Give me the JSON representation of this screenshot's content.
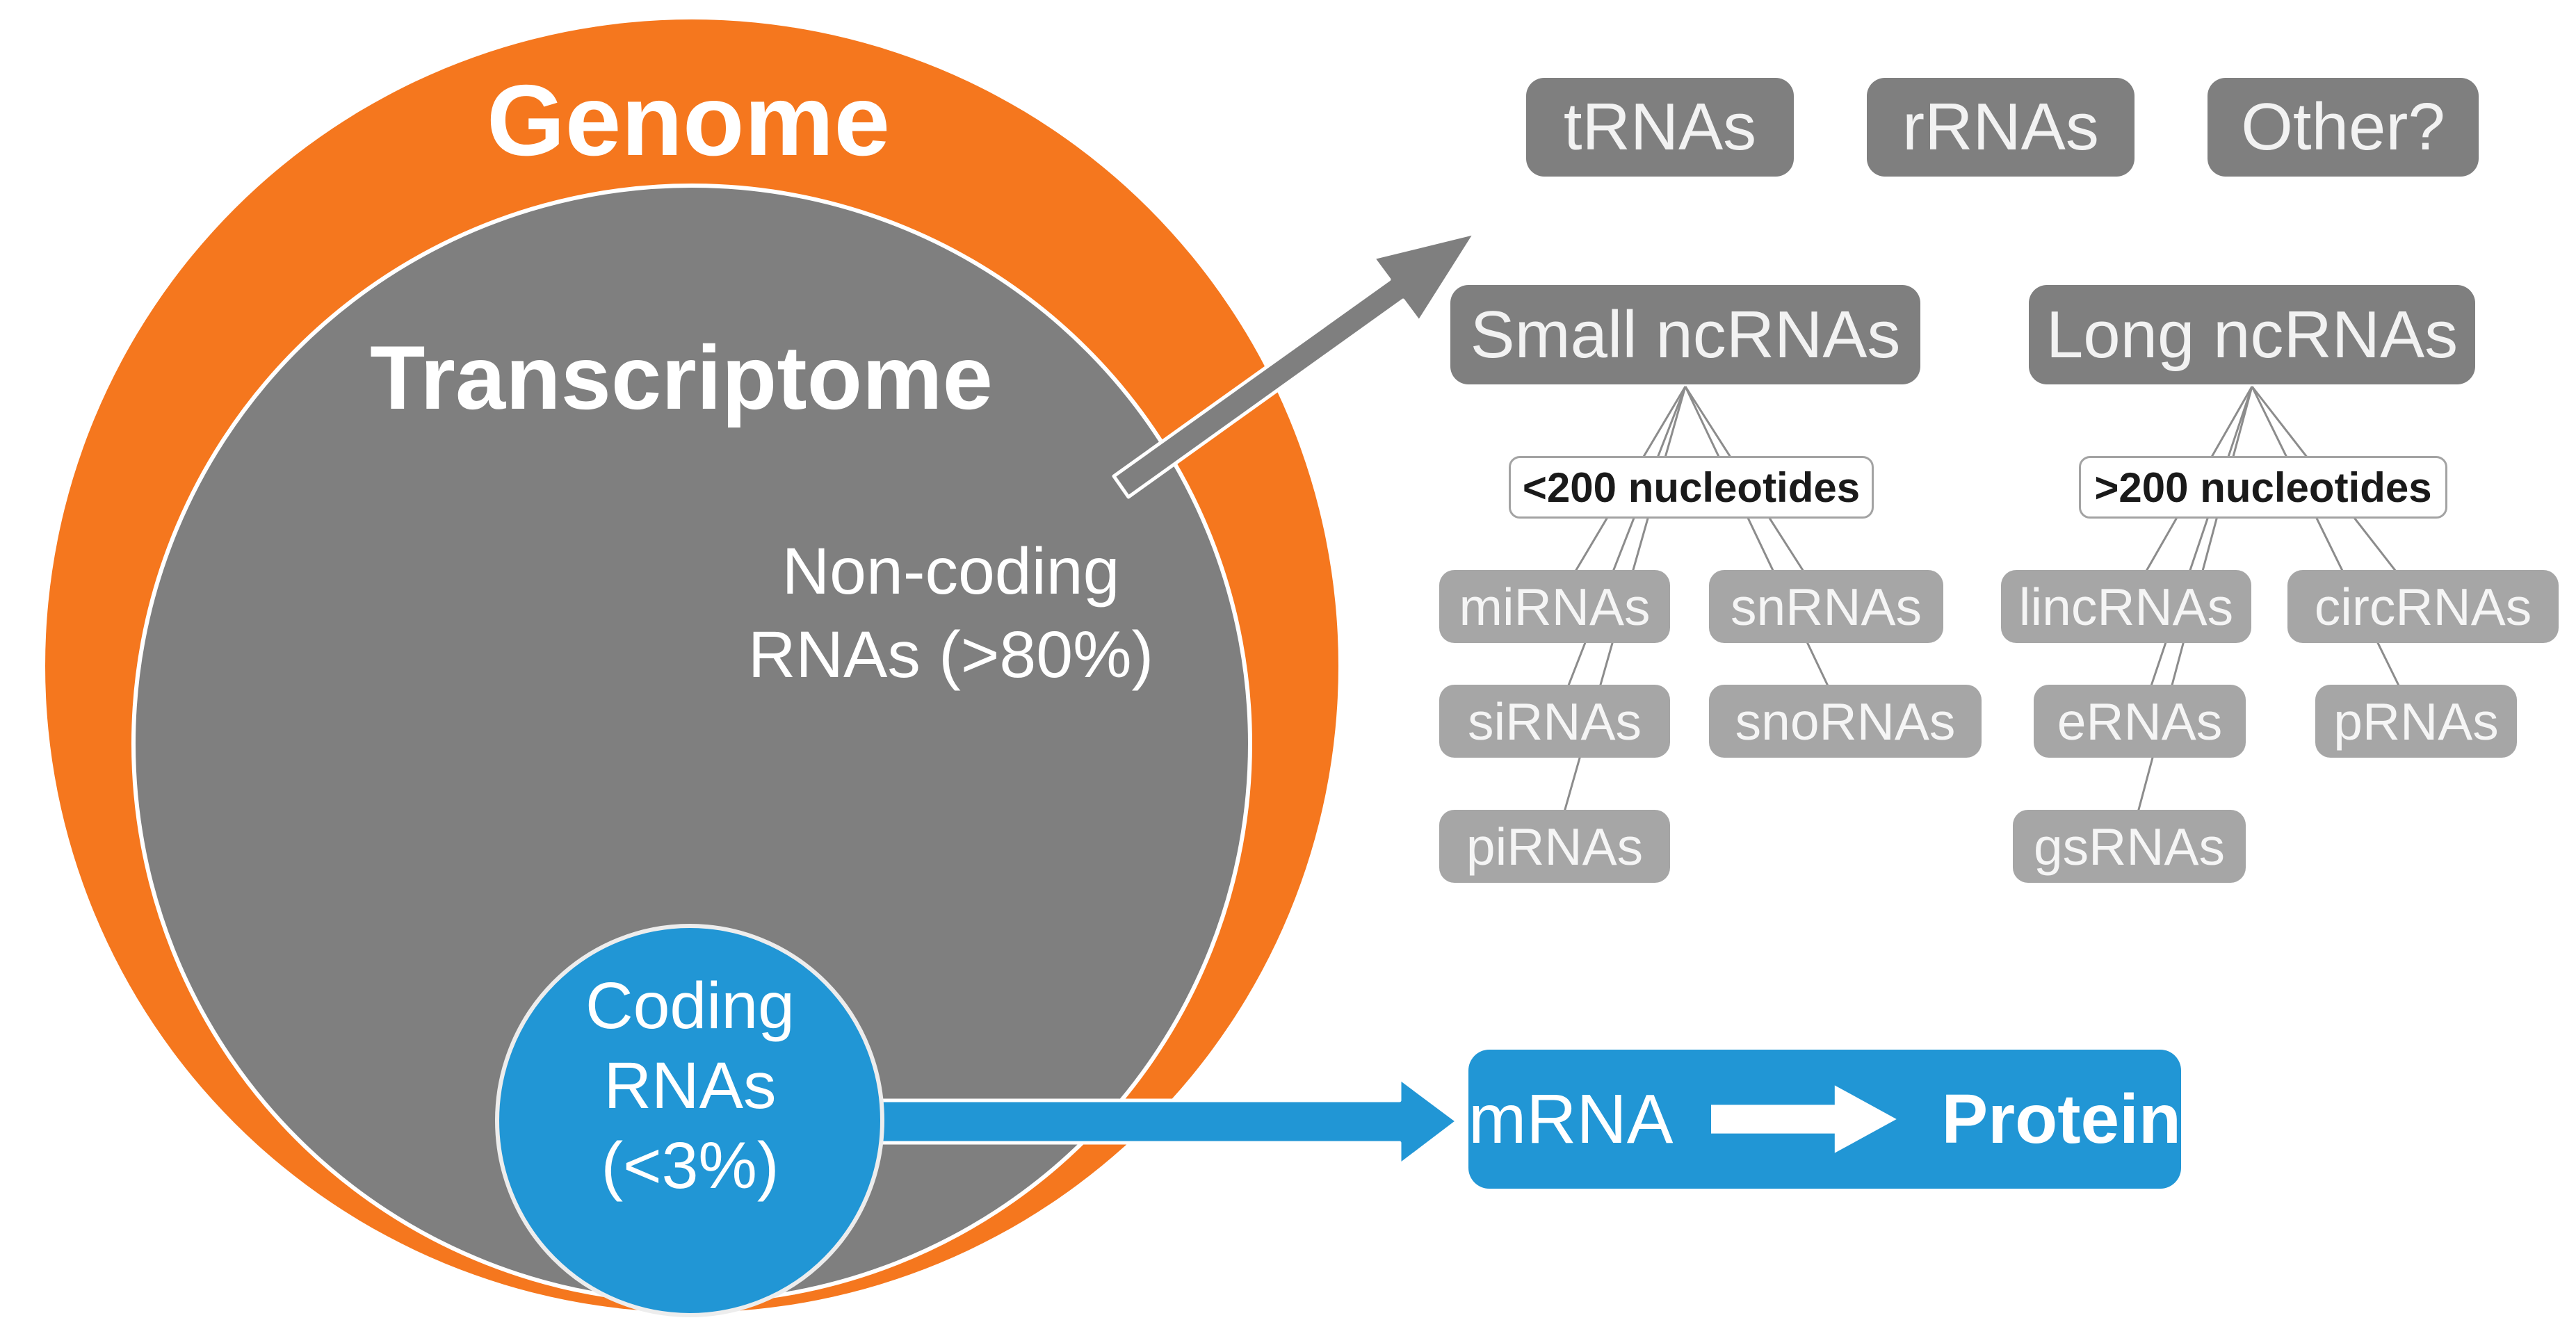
{
  "colors": {
    "genome_orange": "#F5771E",
    "transcriptome_gray": "#7F7F7F",
    "child_box_gray": "#A6A6A6",
    "coding_blue": "#2196D5",
    "connector_gray": "#8C8C8C"
  },
  "venn": {
    "genome_label": "Genome",
    "transcriptome_label": "Transcriptome",
    "noncoding_lines": [
      "Non-coding",
      "RNAs (>80%)"
    ],
    "coding_lines": [
      "Coding",
      "RNAs",
      "(<3%)"
    ]
  },
  "top_boxes": [
    {
      "label": "tRNAs"
    },
    {
      "label": "rRNAs"
    },
    {
      "label": "Other?"
    }
  ],
  "small_ncrna": {
    "title": "Small ncRNAs",
    "size_note": "<200 nucleotides",
    "children": [
      {
        "label": "miRNAs"
      },
      {
        "label": "snRNAs"
      },
      {
        "label": "siRNAs"
      },
      {
        "label": "snoRNAs"
      },
      {
        "label": "piRNAs"
      }
    ]
  },
  "long_ncrna": {
    "title": "Long ncRNAs",
    "size_note": ">200 nucleotides",
    "children": [
      {
        "label": "lincRNAs"
      },
      {
        "label": "circRNAs"
      },
      {
        "label": "eRNAs"
      },
      {
        "label": "pRNAs"
      },
      {
        "label": "gsRNAs"
      }
    ]
  },
  "flow": {
    "mrna_label": "mRNA",
    "protein_label": "Protein",
    "arrow_icon": "right-arrow"
  }
}
